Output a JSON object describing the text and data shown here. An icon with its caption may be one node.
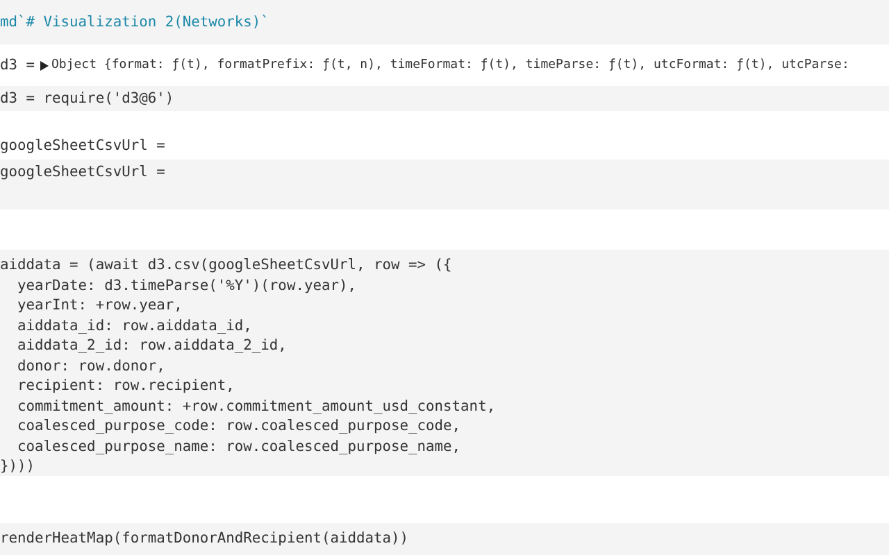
{
  "diagram": {
    "labels": [
      "md`# Visualization 2(Networks)`",
      "d3 =",
      "Object {format: ƒ(t), formatPrefix: ƒ(t, n), timeFormat: ƒ(t), timeParse: ƒ(t), utcFormat: ƒ(t), utcParse:",
      "d3 = require('d3@6')",
      "googleSheetCsvUrl =",
      "googleSheetCsvUrl =",
      "aiddata = (await d3.csv(googleSheetCsvUrl, row => ({",
      "  yearDate: d3.timeParse('%Y')(row.year),",
      "  yearInt: +row.year,",
      "  aiddata_id: row.aiddata_id,",
      "  aiddata_2_id: row.aiddata_2_id,",
      "  donor: row.donor,",
      "  recipient: row.recipient,",
      "  commitment_amount: +row.commitment_amount_usd_constant,",
      "  coalesced_purpose_code: row.coalesced_purpose_code,",
      "  coalesced_purpose_name: row.coalesced_purpose_name,",
      "})))",
      "renderHeatMap(formatDonorAndRecipient(aiddata))"
    ]
  }
}
